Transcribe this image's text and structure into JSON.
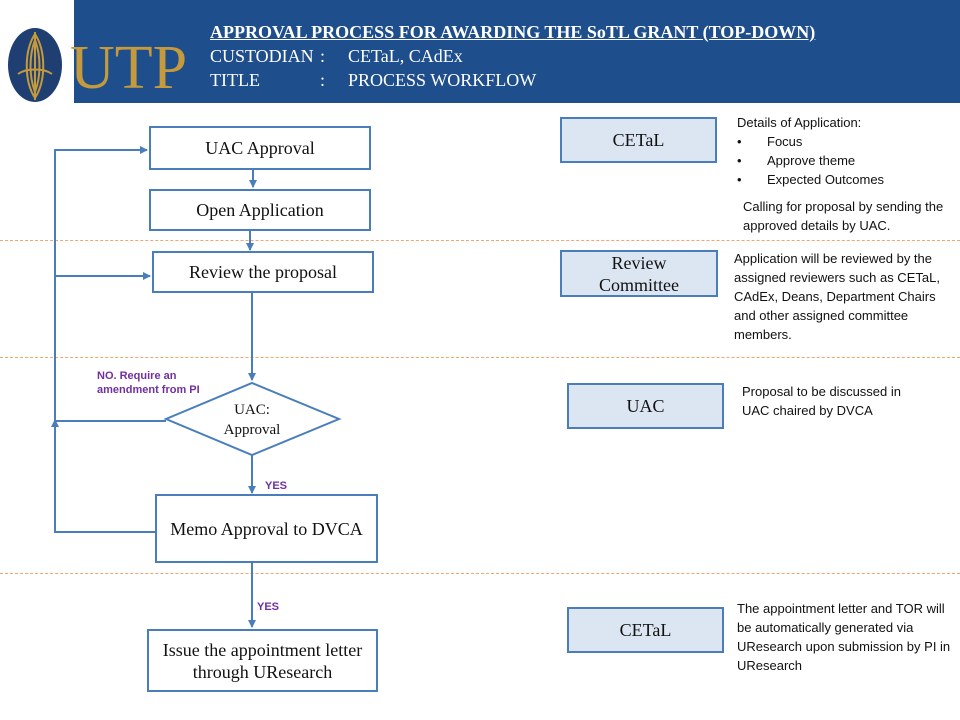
{
  "header": {
    "title": "APPROVAL PROCESS  FOR  AWARDING THE SoTL GRANT (TOP-DOWN)",
    "custodian_label": "CUSTODIAN",
    "custodian_value": "CETaL, CAdEx",
    "title_label": "TITLE",
    "title_value": "PROCESS WORKFLOW",
    "separator": ":",
    "logo_text": "UTP",
    "colors": {
      "band": "#1f4e8c",
      "logo_gold": "#c49a3c",
      "logo_navy": "#1f3f73"
    }
  },
  "flow": {
    "steps": [
      {
        "id": "uac-approval",
        "label": "UAC Approval"
      },
      {
        "id": "open-application",
        "label": "Open Application"
      },
      {
        "id": "review-proposal",
        "label": "Review the proposal"
      },
      {
        "id": "memo-approval",
        "label": "Memo Approval to DVCA"
      },
      {
        "id": "issue-letter",
        "label": "Issue the appointment letter through UResearch"
      }
    ],
    "decision": {
      "label": "UAC: Approval"
    },
    "no_label": "NO. Require an amendment from PI",
    "yes_label_1": "YES",
    "yes_label_2": "YES",
    "colors": {
      "box_border": "#4a7ebb",
      "arrow": "#4a7ebb",
      "label": "#7030a0"
    }
  },
  "lanes": [
    {
      "role": "CETaL",
      "details_heading": "Details of Application:",
      "bullets": [
        "Focus",
        "Approve theme",
        "Expected Outcomes"
      ],
      "note": "Calling for proposal by sending the approved details by UAC."
    },
    {
      "role": "Review Committee",
      "note": "Application will be reviewed by the assigned reviewers such as CETaL, CAdEx, Deans, Department  Chairs and other assigned committee members."
    },
    {
      "role": "UAC",
      "note": "Proposal to be discussed in UAC chaired by DVCA"
    },
    {
      "role": "CETaL",
      "note": "The appointment  letter and TOR will be automatically generated via UResearch upon submission by PI in UResearch"
    }
  ],
  "colors": {
    "role_fill": "#dce6f2",
    "divider": "#f0a66e"
  }
}
